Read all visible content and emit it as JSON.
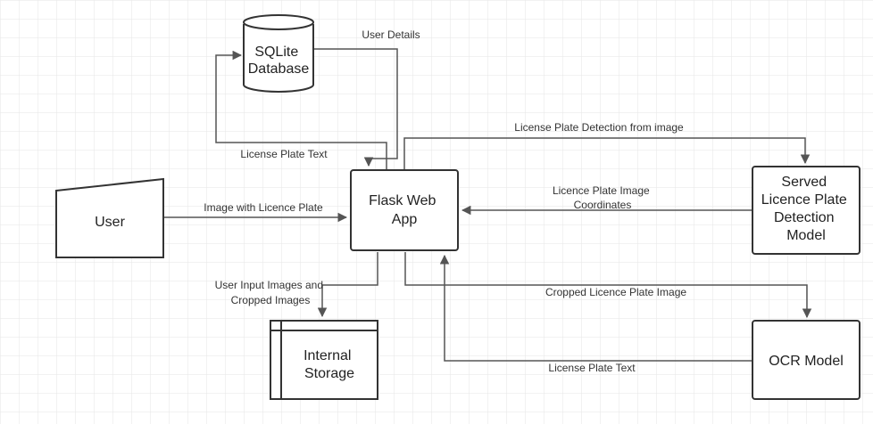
{
  "nodes": {
    "db": {
      "lines": [
        "SQLite",
        "Database"
      ]
    },
    "flask": {
      "lines": [
        "Flask Web",
        "App"
      ]
    },
    "user": {
      "lines": [
        "User"
      ]
    },
    "detect": {
      "lines": [
        "Served",
        "Licence Plate",
        "Detection",
        "Model"
      ]
    },
    "ocr": {
      "lines": [
        "OCR Model"
      ]
    },
    "storage": {
      "lines": [
        "Internal",
        "Storage"
      ]
    }
  },
  "edges": {
    "user_details": {
      "lines": [
        "User Details"
      ]
    },
    "plate_text_db": {
      "lines": [
        "License Plate Text"
      ]
    },
    "detect_from_image": {
      "lines": [
        "License Plate Detection from image"
      ]
    },
    "image_with_plate": {
      "lines": [
        "Image with Licence Plate"
      ]
    },
    "plate_coords": {
      "lines": [
        "Licence Plate Image",
        "Coordinates"
      ]
    },
    "input_images": {
      "lines": [
        "User Input Images and",
        "Cropped Images"
      ]
    },
    "cropped_image": {
      "lines": [
        "Cropped Licence Plate Image"
      ]
    },
    "plate_text_ocr": {
      "lines": [
        "License Plate Text"
      ]
    }
  },
  "colors": {
    "stroke": "#333333",
    "arrow": "#555555",
    "grid": "#e6e6e6",
    "background": "#ffffff"
  }
}
